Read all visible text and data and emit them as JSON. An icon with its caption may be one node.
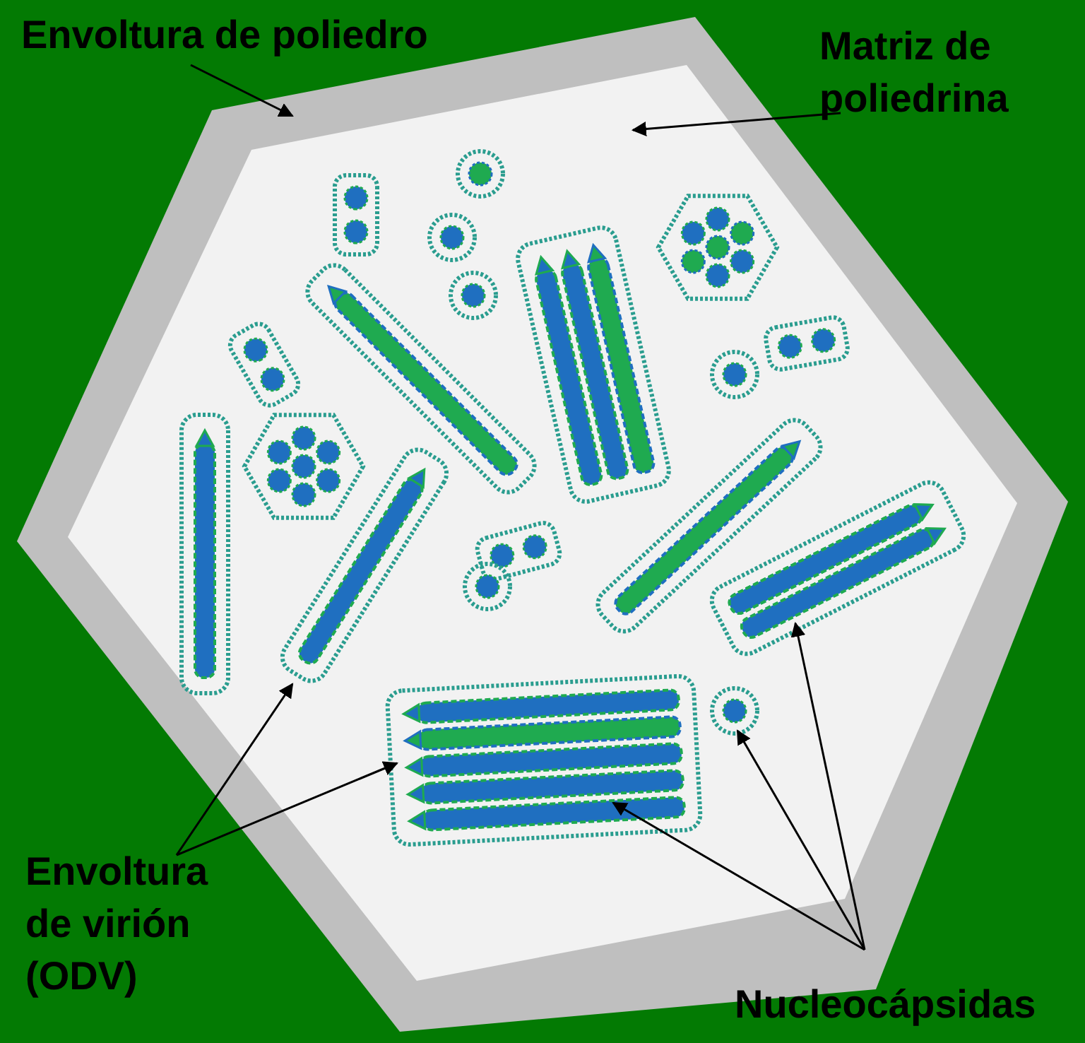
{
  "diagram": {
    "nodes": [
      {
        "text": [
          "Envoltura de poliedro"
        ]
      },
      {
        "text": [
          "Matriz de poliedrina"
        ]
      },
      {
        "text": [
          "Envoltura de virión (ODV)"
        ]
      },
      {
        "text": [
          "Nucleocápsidas"
        ]
      },
      {
        "text": [],
        "shape": "hexagon"
      },
      {
        "text": [],
        "shape": "hexagon",
        "in": 4
      },
      {
        "text": [],
        "shape": "box",
        "in": 5
      },
      {
        "text": [],
        "shape": "box",
        "in": 5
      },
      {
        "text": [],
        "shape": "circle",
        "in": 5
      },
      {
        "text": [],
        "shape": "bar",
        "in": 5
      },
      {
        "text": [],
        "shape": "bar",
        "in": 7
      }
    ],
    "edges": [
      {
        "from": 0,
        "to": 4,
        "arrow": "to"
      },
      {
        "from": 1,
        "to": 5,
        "arrow": "to"
      },
      {
        "from": 2,
        "to": 6,
        "arrow": "to"
      },
      {
        "from": 2,
        "to": 7,
        "arrow": "to"
      },
      {
        "from": 3,
        "to": 8,
        "arrow": "to"
      },
      {
        "from": 3,
        "to": 9,
        "arrow": "to"
      },
      {
        "from": 3,
        "to": 10,
        "arrow": "to"
      }
    ]
  }
}
